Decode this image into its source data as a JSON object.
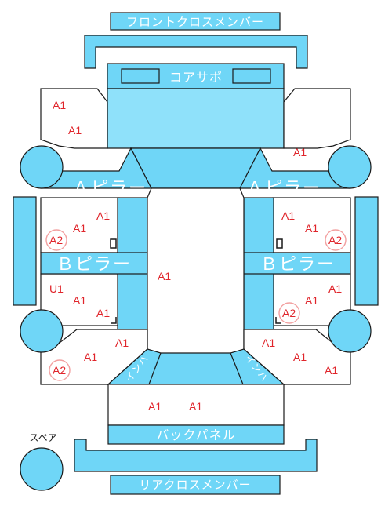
{
  "parts": {
    "front_cross_member": "フロントクロスメンバー",
    "core_support": "コアサポ",
    "a_pillar_left": "Ａピラー",
    "a_pillar_right": "Ａピラー",
    "b_pillar_left": "Ｂピラー",
    "b_pillar_right": "Ｂピラー",
    "back_panel": "バックパネル",
    "rear_cross_member": "リアクロスメンバー",
    "spare": "スペア",
    "inhouse_left": "インハ",
    "inhouse_right": "インハ"
  },
  "grades": {
    "fl_1": "A1",
    "fl_2": "A1",
    "fr_1": "A1",
    "ml_1": "A1",
    "ml_2": "A1",
    "ml_3": "A2",
    "mr_1": "A1",
    "mr_2": "A1",
    "mr_3": "A2",
    "center": "A1",
    "ll_1": "U1",
    "ll_2": "A1",
    "ll_3": "A1",
    "lr_1": "A1",
    "lr_2": "A1",
    "lr_3": "A2",
    "rl_1": "A1",
    "rl_2": "A1",
    "rl_3": "A2",
    "rr_1": "A1",
    "rr_2": "A1",
    "rr_3": "A1",
    "trunk_1": "A1",
    "trunk_2": "A1"
  },
  "colors": {
    "part_fill": "#6fd6f7",
    "grade_text": "#e0252b",
    "grade_ring": "#f2a0a0"
  }
}
